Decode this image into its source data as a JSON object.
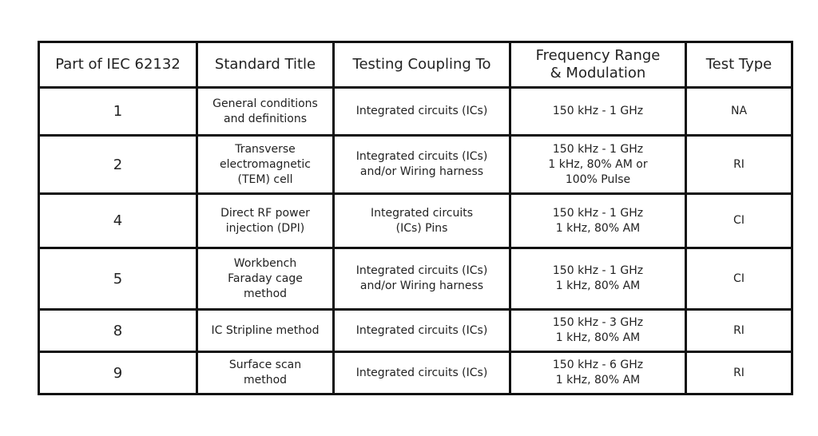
{
  "headers": [
    "Part of IEC 62132",
    "Standard Title",
    "Testing Coupling To",
    "Frequency Range\n& Modulation",
    "Test Type"
  ],
  "rows": [
    [
      "1",
      "General conditions\nand definitions",
      "Integrated circuits (ICs)",
      "150 kHz - 1 GHz",
      "NA"
    ],
    [
      "2",
      "Transverse\nelectromagnetic\n(TEM) cell",
      "Integrated circuits (ICs)\nand/or Wiring harness",
      "150 kHz - 1 GHz\n1 kHz, 80% AM or\n100% Pulse",
      "RI"
    ],
    [
      "4",
      "Direct RF power\ninjection (DPI)",
      "Integrated circuits\n(ICs) Pins",
      "150 kHz - 1 GHz\n1 kHz, 80% AM",
      "CI"
    ],
    [
      "5",
      "Workbench\nFaraday cage\nmethod",
      "Integrated circuits (ICs)\nand/or Wiring harness",
      "150 kHz - 1 GHz\n1 kHz, 80% AM",
      "CI"
    ],
    [
      "8",
      "IC Stripline method",
      "Integrated circuits (ICs)",
      "150 kHz - 3 GHz\n1 kHz, 80% AM",
      "RI"
    ],
    [
      "9",
      "Surface scan\nmethod",
      "Integrated circuits (ICs)",
      "150 kHz - 6 GHz\n1 kHz, 80% AM",
      "RI"
    ]
  ]
}
